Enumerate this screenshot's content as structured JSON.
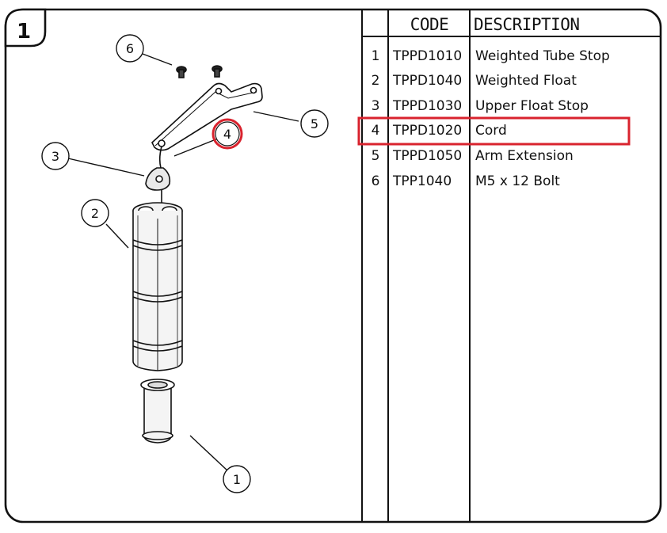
{
  "figure_number": "1",
  "table": {
    "headers": {
      "code": "CODE",
      "description": "DESCRIPTION"
    },
    "rows": [
      {
        "num": "1",
        "code": "TPPD1010",
        "description": "Weighted Tube Stop"
      },
      {
        "num": "2",
        "code": "TPPD1040",
        "description": "Weighted Float"
      },
      {
        "num": "3",
        "code": "TPPD1030",
        "description": "Upper Float Stop"
      },
      {
        "num": "4",
        "code": "TPPD1020",
        "description": "Cord"
      },
      {
        "num": "5",
        "code": "TPPD1050",
        "description": "Arm Extension"
      },
      {
        "num": "6",
        "code": "TPP1040",
        "description": "M5 x 12 Bolt"
      }
    ],
    "highlighted_row": "4"
  },
  "callouts": [
    {
      "label": "1"
    },
    {
      "label": "2"
    },
    {
      "label": "3"
    },
    {
      "label": "4"
    },
    {
      "label": "5"
    },
    {
      "label": "6"
    }
  ],
  "colors": {
    "highlight": "#d9232e",
    "line": "#111111",
    "part_fill": "#f2f2f2"
  }
}
